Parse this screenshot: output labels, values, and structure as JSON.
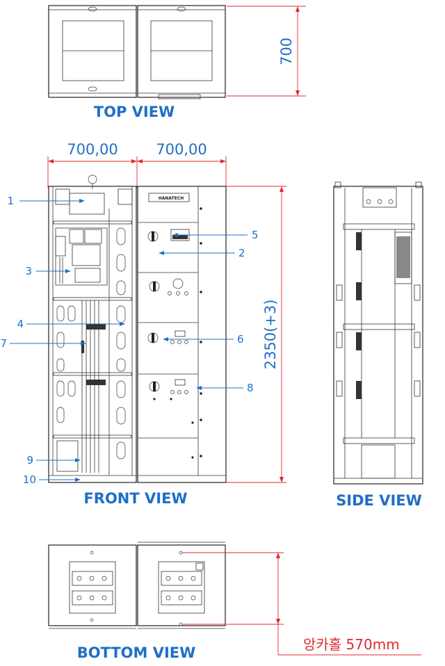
{
  "views": {
    "top": "TOP VIEW",
    "front": "FRONT VIEW",
    "side": "SIDE VIEW",
    "bottom": "BOTTOM VIEW"
  },
  "dimensions": {
    "top_depth": "700",
    "front_width_left": "700,00",
    "front_width_right": "700,00",
    "front_height": "2350(+3)",
    "anchor_hole": "앙카홀 570mm"
  },
  "callouts": [
    "1",
    "2",
    "3",
    "4",
    "5",
    "6",
    "7",
    "8",
    "9",
    "10"
  ],
  "brand": "HANATECH",
  "colors": {
    "label_blue": "#1f6fc7",
    "dimension_red": "#e0282e",
    "line": "#222222"
  }
}
